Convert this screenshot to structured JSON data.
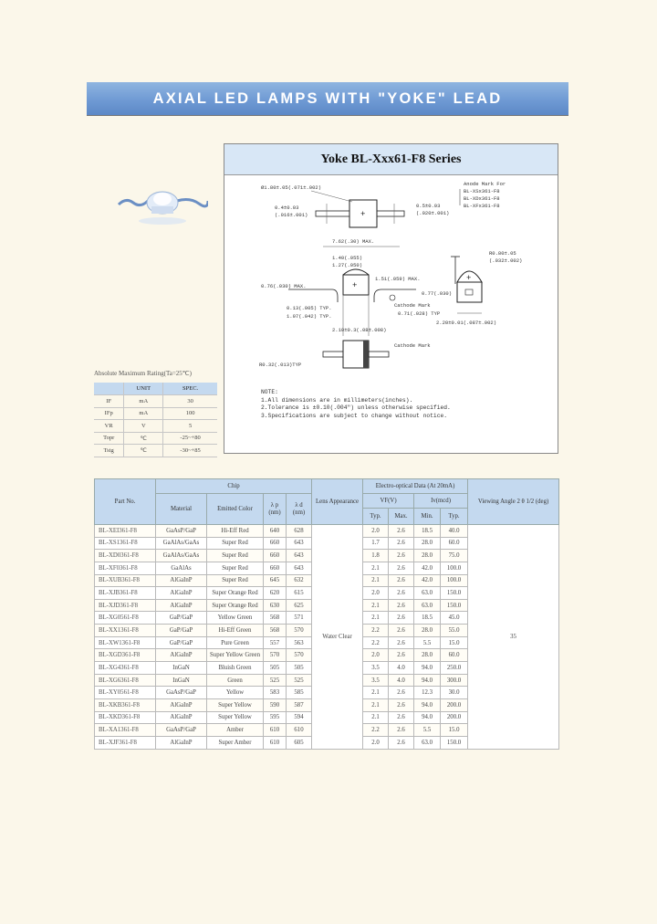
{
  "banner": "AXIAL LED LAMPS WITH \"YOKE\" LEAD",
  "diagram": {
    "title": "Yoke BL-Xxx61-F8 Series",
    "dim_top_left": "Ø1.80±.05(.071±.002)",
    "dim_lead_left_1": "0.4±0.03",
    "dim_lead_left_2": "(.016±.001)",
    "dim_lead_right_1": "0.5±0.03",
    "dim_lead_right_2": "(.020±.001)",
    "anode_1": "Anode Mark For",
    "anode_2": "BL-XSx361-F8",
    "anode_3": "BL-XDx361-F8",
    "anode_4": "BL-XFx361-F8",
    "dim_len": "7.62(.30) MAX.",
    "dim_a": "1.40(.055)",
    "dim_b": "1.27(.050)",
    "dim_c": "0.76(.030) MAX.",
    "dim_d": "1.51(.059) MAX.",
    "dim_e": "0.77(.030)",
    "dim_f": "0.13(.005) TYP.",
    "dim_g": "1.07(.042) TYP.",
    "dim_h": "R0.32(.013)TYP",
    "dim_i": "2.10±0.3(.08±.008)",
    "dim_j": "0.71(.028) TYP",
    "cathode_1": "Cathode Mark",
    "cathode_2": "Cathode Mark",
    "dim_r": "R0.80±.05",
    "dim_r2": "(.032±.002)",
    "dim_k": "2.20±0.01(.087±.002)",
    "notes": "NOTE:\n1.All dimensions are in millimeters(inches).\n2.Tolerance is ±0.10(.004\") unless otherwise specified.\n3.Specifications are subject to change without notice."
  },
  "absolute": {
    "caption": "Absolute Maximum Rating(Ta=25℃)",
    "headers": [
      "",
      "UNIT",
      "SPEC."
    ],
    "rows": [
      [
        "IF",
        "mA",
        "30"
      ],
      [
        "IFp",
        "mA",
        "100"
      ],
      [
        "VR",
        "V",
        "5"
      ],
      [
        "Topr",
        "℃",
        "-25~+80"
      ],
      [
        "Tstg",
        "℃",
        "-30~+85"
      ]
    ]
  },
  "main_table": {
    "h_part": "Part No.",
    "h_chip": "Chip",
    "h_material": "Material",
    "h_color": "Emitted Color",
    "h_lp": "λ p",
    "h_lp_unit": "(nm)",
    "h_ld": "λ d",
    "h_ld_unit": "(nm)",
    "h_lens": "Lens Appearance",
    "h_eo": "Electro-optical Data (At 20mA)",
    "h_vf": "VF(V)",
    "h_iv": "Iv(mcd)",
    "h_typ": "Typ.",
    "h_max": "Max.",
    "h_min": "Min.",
    "h_typ2": "Typ.",
    "h_view": "Viewing Angle 2 θ 1/2 (deg)",
    "lens": "Water Clear",
    "angle": "35",
    "rows": [
      [
        "BL-XEI361-F8",
        "GaAsP/GaP",
        "Hi-Eff Red",
        "640",
        "628",
        "2.0",
        "2.6",
        "18.5",
        "40.0"
      ],
      [
        "BL-XS1361-F8",
        "GaAlAs/GaAs",
        "Super Red",
        "660",
        "643",
        "1.7",
        "2.6",
        "28.0",
        "60.0"
      ],
      [
        "BL-XD0361-F8",
        "GaAlAs/GaAs",
        "Super Red",
        "660",
        "643",
        "1.8",
        "2.6",
        "28.0",
        "75.0"
      ],
      [
        "BL-XF0361-F8",
        "GaAlAs",
        "Super Red",
        "660",
        "643",
        "2.1",
        "2.6",
        "42.0",
        "100.0"
      ],
      [
        "BL-XUB361-F8",
        "AlGaInP",
        "Super Red",
        "645",
        "632",
        "2.1",
        "2.6",
        "42.0",
        "100.0"
      ],
      [
        "BL-XJB361-F8",
        "AlGaInP",
        "Super Orange Red",
        "620",
        "615",
        "2.0",
        "2.6",
        "63.0",
        "150.0"
      ],
      [
        "BL-XJD361-F8",
        "AlGaInP",
        "Super Orange Red",
        "630",
        "625",
        "2.1",
        "2.6",
        "63.0",
        "150.0"
      ],
      [
        "BL-XG0561-F8",
        "GaP/GaP",
        "Yellow Green",
        "568",
        "571",
        "2.1",
        "2.6",
        "18.5",
        "45.0"
      ],
      [
        "BL-XX1361-F8",
        "GaP/GaP",
        "Hi-Eff Green",
        "568",
        "570",
        "2.2",
        "2.6",
        "28.0",
        "55.0"
      ],
      [
        "BL-XW1361-F8",
        "GaP/GaP",
        "Pure Green",
        "557",
        "563",
        "2.2",
        "2.6",
        "5.5",
        "15.0"
      ],
      [
        "BL-XGD361-F8",
        "AlGaInP",
        "Super Yellow Green",
        "570",
        "570",
        "2.0",
        "2.6",
        "28.0",
        "60.0"
      ],
      [
        "BL-XG4361-F8",
        "InGaN",
        "Bluish Green",
        "505",
        "505",
        "3.5",
        "4.0",
        "94.0",
        "250.0"
      ],
      [
        "BL-XG6361-F8",
        "InGaN",
        "Green",
        "525",
        "525",
        "3.5",
        "4.0",
        "94.0",
        "300.0"
      ],
      [
        "BL-XY0561-F8",
        "GaAsP/GaP",
        "Yellow",
        "583",
        "585",
        "2.1",
        "2.6",
        "12.3",
        "30.0"
      ],
      [
        "BL-XKB361-F8",
        "AlGaInP",
        "Super Yellow",
        "590",
        "587",
        "2.1",
        "2.6",
        "94.0",
        "200.0"
      ],
      [
        "BL-XKD361-F8",
        "AlGaInP",
        "Super Yellow",
        "595",
        "594",
        "2.1",
        "2.6",
        "94.0",
        "200.0"
      ],
      [
        "BL-XA1361-F8",
        "GaAsP/GaP",
        "Amber",
        "610",
        "610",
        "2.2",
        "2.6",
        "5.5",
        "15.0"
      ],
      [
        "BL-XJF361-F8",
        "AlGaInP",
        "Super Amber",
        "610",
        "605",
        "2.0",
        "2.6",
        "63.0",
        "150.0"
      ]
    ]
  }
}
